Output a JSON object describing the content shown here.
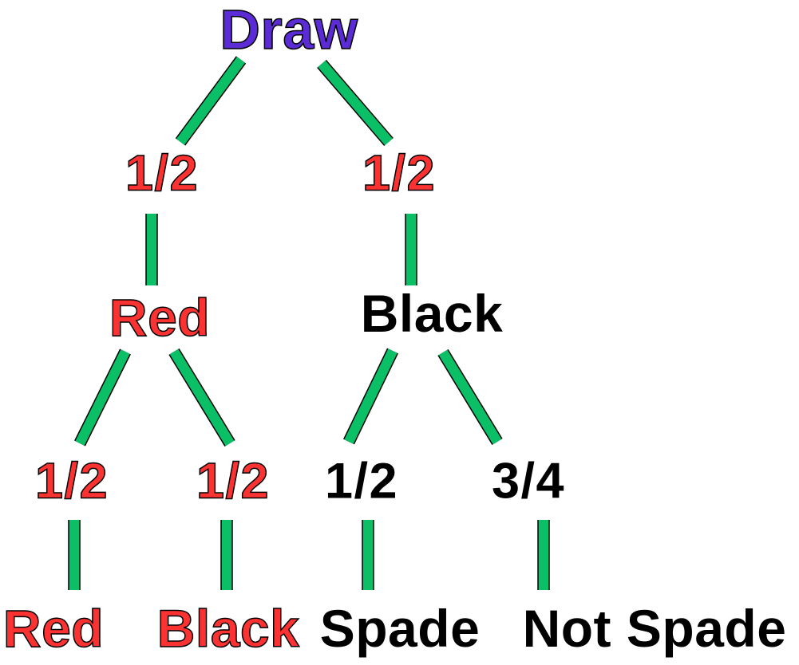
{
  "diagram": {
    "type": "probability-tree",
    "root": {
      "label": "Draw"
    },
    "first_split": [
      {
        "prob": "1/2",
        "node": "Red"
      },
      {
        "prob": "1/2",
        "node": "Black"
      }
    ],
    "second_split": [
      {
        "prob": "1/2",
        "outcome": "Red"
      },
      {
        "prob": "1/2",
        "outcome": "Black"
      },
      {
        "prob": "1/2",
        "outcome": "Spade"
      },
      {
        "prob": "3/4",
        "outcome": "Not Spade"
      }
    ]
  },
  "colors": {
    "root": "#5B2BD6",
    "red": "#FB3232",
    "ink": "#000000",
    "branch": "#0BBF67",
    "background": "#FFFFFF"
  }
}
